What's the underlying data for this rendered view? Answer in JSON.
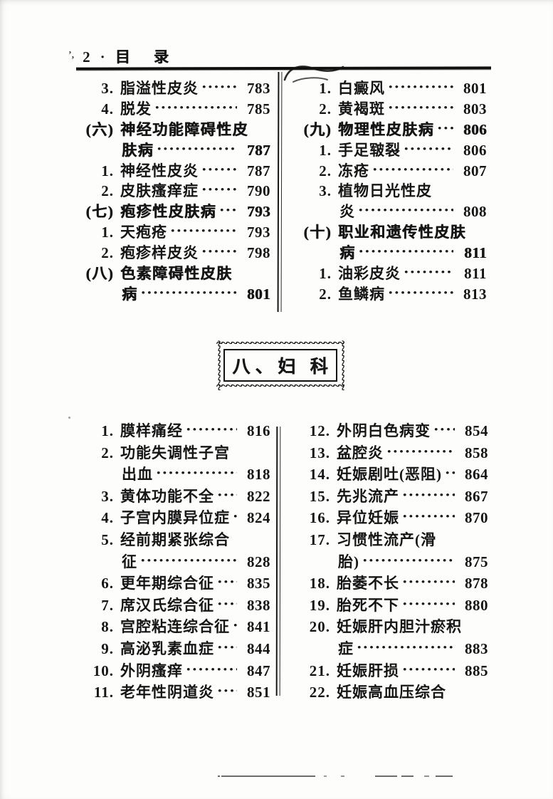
{
  "header": {
    "artifact": "ʼ,",
    "page_number": "2",
    "separator": "·",
    "title": "目 录"
  },
  "section_box": {
    "title": "八、妇 科"
  },
  "toc_top": {
    "left": [
      {
        "label": "3.",
        "title": "脂溢性皮炎",
        "dots": true,
        "page": "783",
        "bold": false,
        "indent": 1
      },
      {
        "label": "4.",
        "title": "脱发",
        "dots": true,
        "page": "785",
        "bold": false,
        "indent": 1
      },
      {
        "label": "(六)",
        "title": "神经功能障碍性皮",
        "dots": false,
        "page": "",
        "bold": true,
        "indent": 0
      },
      {
        "label": "",
        "title": "肤病",
        "dots": true,
        "page": "787",
        "bold": true,
        "indent": 2
      },
      {
        "label": "1.",
        "title": "神经性皮炎",
        "dots": true,
        "page": "787",
        "bold": false,
        "indent": 1
      },
      {
        "label": "2.",
        "title": "皮肤瘙痒症",
        "dots": true,
        "page": "790",
        "bold": false,
        "indent": 1
      },
      {
        "label": "(七)",
        "title": "疱疹性皮肤病",
        "dots": true,
        "page": "793",
        "bold": true,
        "indent": 0
      },
      {
        "label": "1.",
        "title": "天疱疮",
        "dots": true,
        "page": "793",
        "bold": false,
        "indent": 1
      },
      {
        "label": "2.",
        "title": "疱疹样皮炎",
        "dots": true,
        "page": "798",
        "bold": false,
        "indent": 1
      },
      {
        "label": "(八)",
        "title": "色素障碍性皮肤",
        "dots": false,
        "page": "",
        "bold": true,
        "indent": 0
      },
      {
        "label": "",
        "title": "病",
        "dots": true,
        "page": "801",
        "bold": true,
        "indent": 2
      }
    ],
    "right": [
      {
        "label": "1.",
        "title": "白癜风",
        "dots": true,
        "page": "801",
        "bold": false,
        "indent": 1
      },
      {
        "label": "2.",
        "title": "黄褐斑",
        "dots": true,
        "page": "803",
        "bold": false,
        "indent": 1
      },
      {
        "label": "(九)",
        "title": "物理性皮肤病",
        "dots": true,
        "page": "806",
        "bold": true,
        "indent": 0
      },
      {
        "label": "1.",
        "title": "手足皲裂",
        "dots": true,
        "page": "806",
        "bold": false,
        "indent": 1
      },
      {
        "label": "2.",
        "title": "冻疮",
        "dots": true,
        "page": "807",
        "bold": false,
        "indent": 1
      },
      {
        "label": "3.",
        "title": "植物日光性皮",
        "dots": false,
        "page": "",
        "bold": false,
        "indent": 1
      },
      {
        "label": "",
        "title": "炎",
        "dots": true,
        "page": "808",
        "bold": false,
        "indent": 2
      },
      {
        "label": "(十)",
        "title": "职业和遗传性皮肤",
        "dots": false,
        "page": "",
        "bold": true,
        "indent": 0
      },
      {
        "label": "",
        "title": "病",
        "dots": true,
        "page": "811",
        "bold": true,
        "indent": 2
      },
      {
        "label": "1.",
        "title": "油彩皮炎",
        "dots": true,
        "page": "811",
        "bold": false,
        "indent": 1
      },
      {
        "label": "2.",
        "title": "鱼鳞病",
        "dots": true,
        "page": "813",
        "bold": false,
        "indent": 1
      }
    ]
  },
  "toc_bottom": {
    "left": [
      {
        "label": "1.",
        "title": "膜样痛经",
        "dots": true,
        "page": "816",
        "bold": false,
        "indent": 1
      },
      {
        "label": "2.",
        "title": "功能失调性子宫",
        "dots": false,
        "page": "",
        "bold": false,
        "indent": 1
      },
      {
        "label": "",
        "title": "出血",
        "dots": true,
        "page": "818",
        "bold": false,
        "indent": 2
      },
      {
        "label": "3.",
        "title": "黄体功能不全",
        "dots": true,
        "page": "822",
        "bold": false,
        "indent": 1
      },
      {
        "label": "4.",
        "title": "子宫内膜异位症",
        "dots": true,
        "page": "824",
        "bold": false,
        "indent": 1
      },
      {
        "label": "5.",
        "title": "经前期紧张综合",
        "dots": false,
        "page": "",
        "bold": false,
        "indent": 1
      },
      {
        "label": "",
        "title": "征",
        "dots": true,
        "page": "828",
        "bold": false,
        "indent": 2
      },
      {
        "label": "6.",
        "title": "更年期综合征",
        "dots": true,
        "page": "835",
        "bold": false,
        "indent": 1
      },
      {
        "label": "7.",
        "title": "席汉氏综合征",
        "dots": true,
        "page": "838",
        "bold": false,
        "indent": 1
      },
      {
        "label": "8.",
        "title": "宫腔粘连综合征",
        "dots": true,
        "page": "841",
        "bold": false,
        "indent": 1
      },
      {
        "label": "9.",
        "title": "高泌乳素血症",
        "dots": true,
        "page": "844",
        "bold": false,
        "indent": 1
      },
      {
        "label": "10.",
        "title": "外阴瘙痒",
        "dots": true,
        "page": "847",
        "bold": false,
        "indent": 1
      },
      {
        "label": "11.",
        "title": "老年性阴道炎",
        "dots": true,
        "page": "851",
        "bold": false,
        "indent": 1
      }
    ],
    "right": [
      {
        "label": "12.",
        "title": "外阴白色病变",
        "dots": true,
        "page": "854",
        "bold": false,
        "indent": 1
      },
      {
        "label": "13.",
        "title": "盆腔炎",
        "dots": true,
        "page": "858",
        "bold": false,
        "indent": 1
      },
      {
        "label": "14.",
        "title": "妊娠剧吐(恶阻)",
        "dots": true,
        "page": "864",
        "bold": false,
        "indent": 1
      },
      {
        "label": "15.",
        "title": "先兆流产",
        "dots": true,
        "page": "867",
        "bold": false,
        "indent": 1
      },
      {
        "label": "16.",
        "title": "异位妊娠",
        "dots": true,
        "page": "870",
        "bold": false,
        "indent": 1
      },
      {
        "label": "17.",
        "title": "习惯性流产(滑",
        "dots": false,
        "page": "",
        "bold": false,
        "indent": 1
      },
      {
        "label": "",
        "title": "胎)",
        "dots": true,
        "page": "875",
        "bold": false,
        "indent": 2
      },
      {
        "label": "18.",
        "title": "胎萎不长",
        "dots": true,
        "page": "878",
        "bold": false,
        "indent": 1
      },
      {
        "label": "19.",
        "title": "胎死不下",
        "dots": true,
        "page": "880",
        "bold": false,
        "indent": 1
      },
      {
        "label": "20.",
        "title": "妊娠肝内胆汁瘀积",
        "dots": false,
        "page": "",
        "bold": false,
        "indent": 1
      },
      {
        "label": "",
        "title": "症",
        "dots": true,
        "page": "883",
        "bold": false,
        "indent": 2
      },
      {
        "label": "21.",
        "title": "妊娠肝损",
        "dots": true,
        "page": "885",
        "bold": false,
        "indent": 1
      },
      {
        "label": "22.",
        "title": "妊娠高血压综合",
        "dots": false,
        "page": "",
        "bold": false,
        "indent": 1
      }
    ]
  }
}
